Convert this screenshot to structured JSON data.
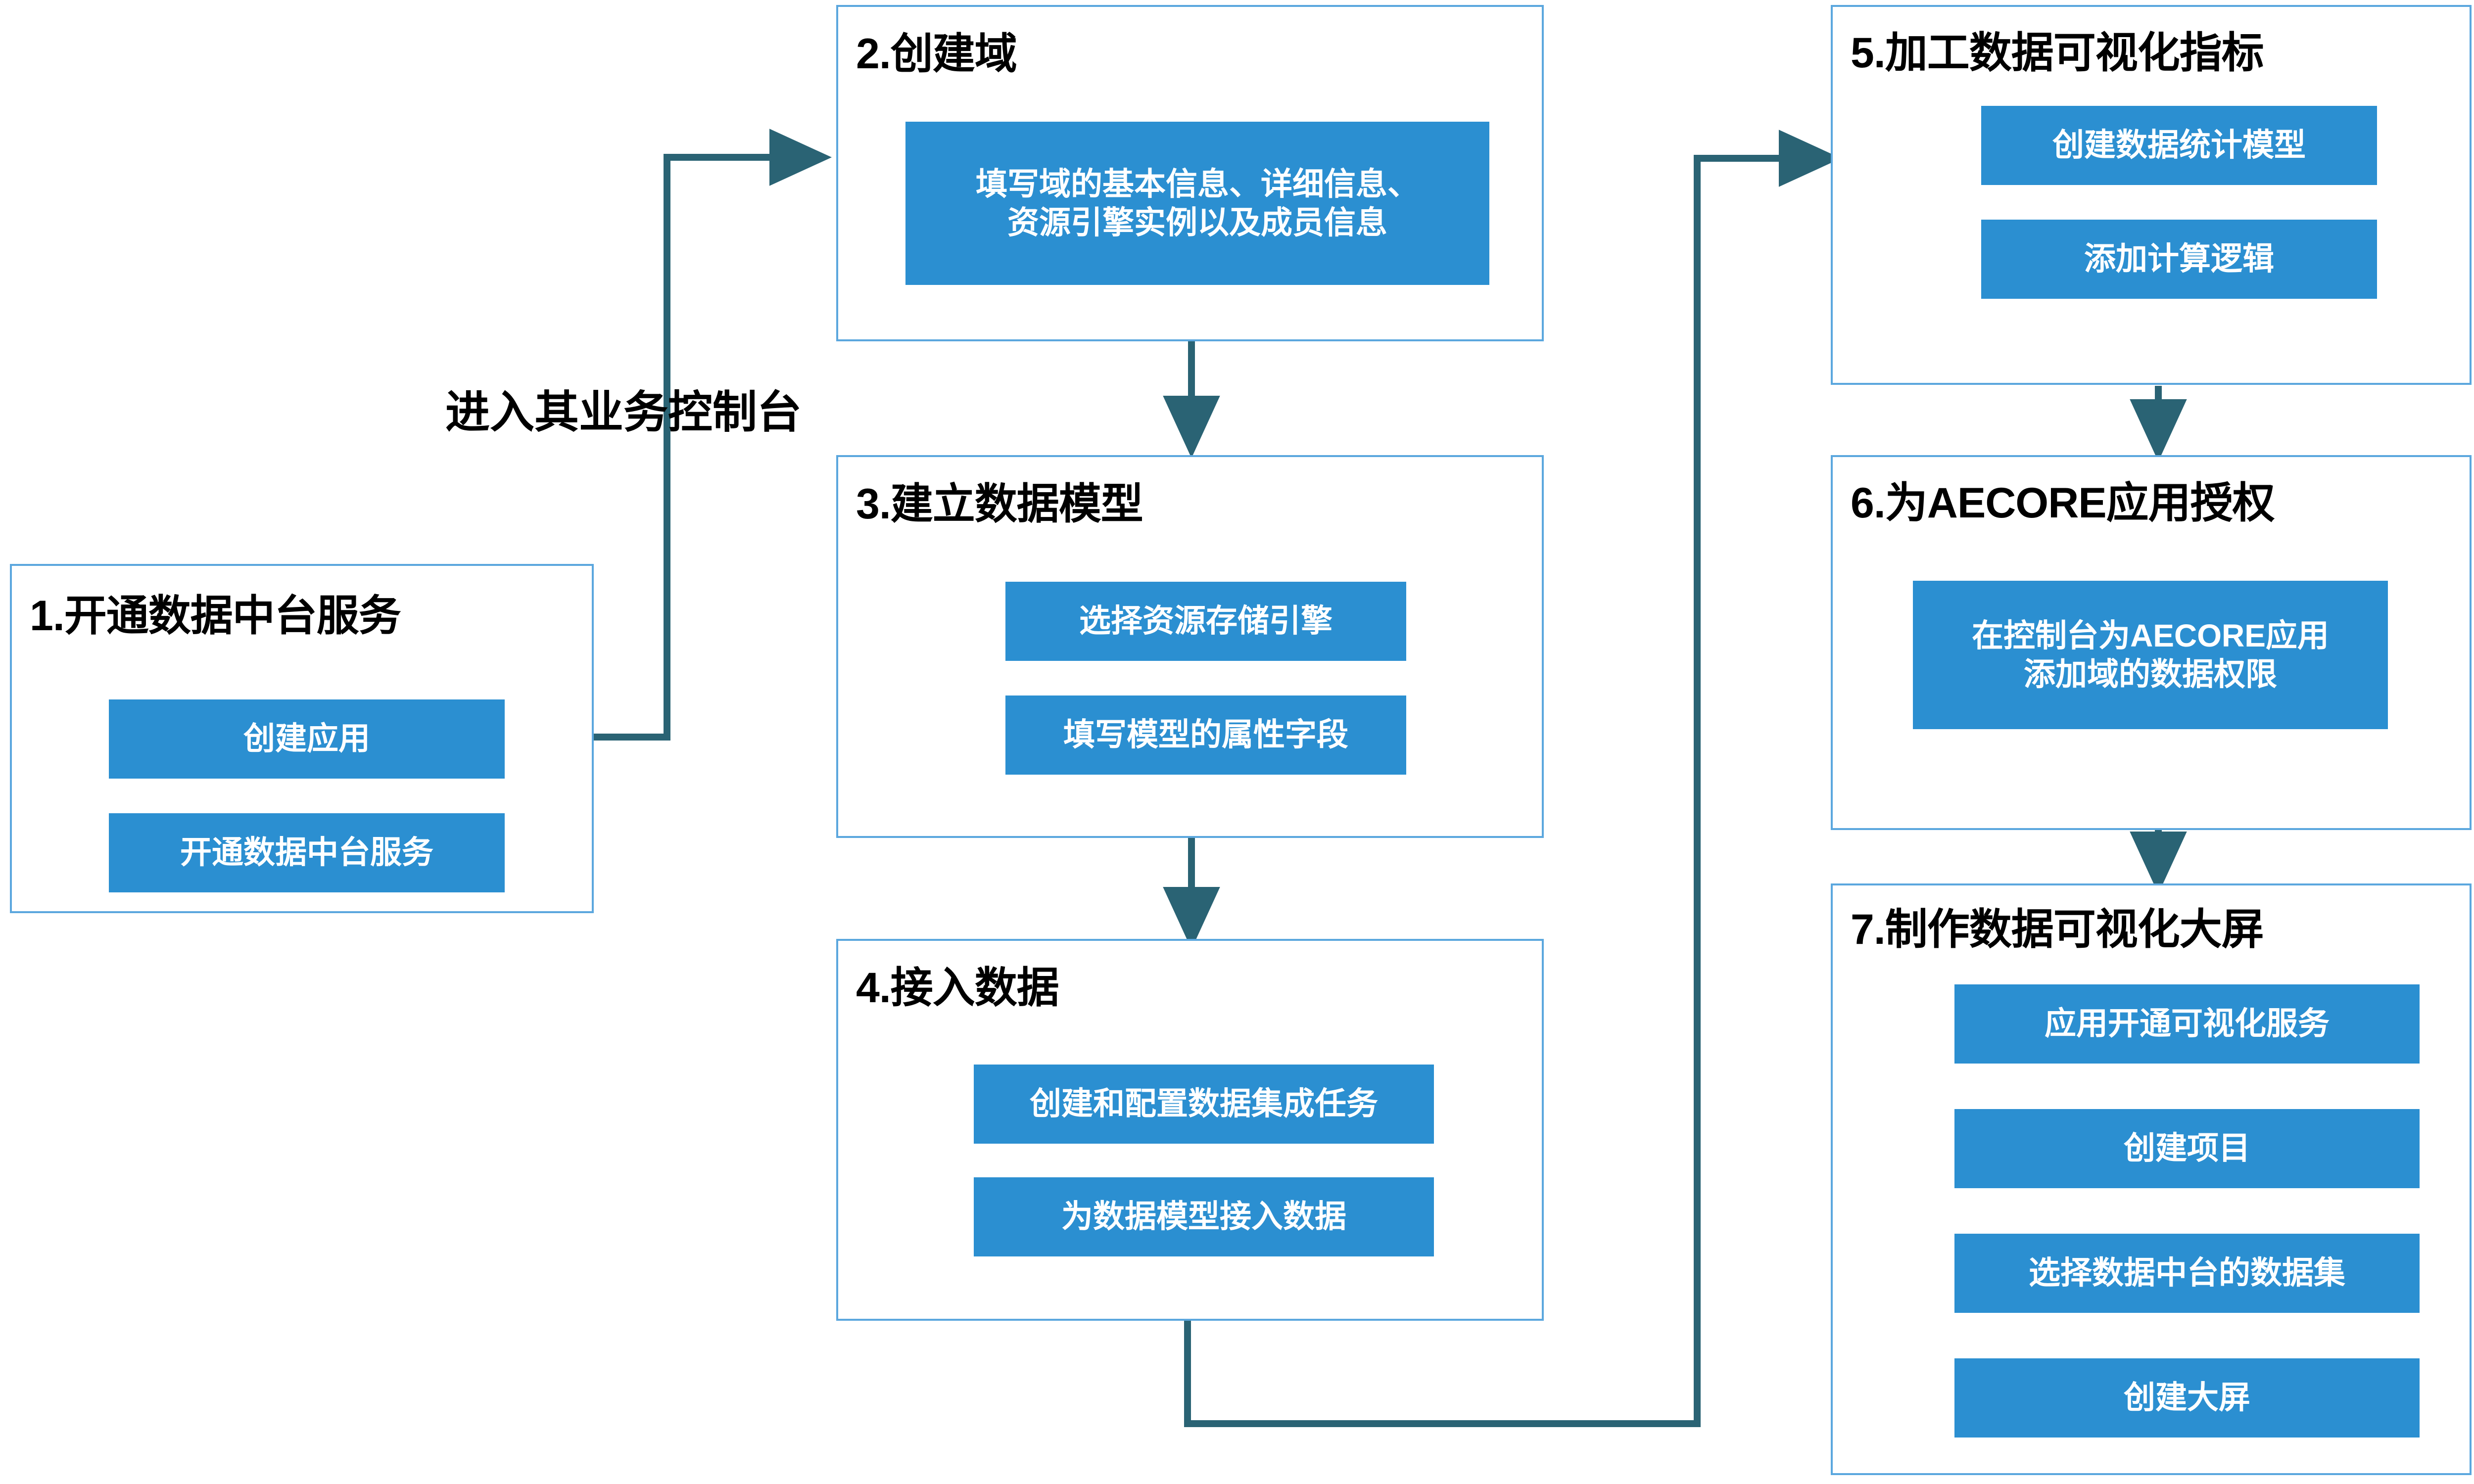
{
  "diagram": {
    "title_text_color": "#000000",
    "accent_blue": "#2B8FD1",
    "box_border_blue": "#5BA7DE",
    "connector_teal": "#2A6374",
    "inner_arrow_black": "#000000",
    "background": "#FFFFFF"
  },
  "flow_label": "进入其业务控制台",
  "groups": [
    {
      "id": "step-1",
      "title": "1.开通数据中台服务",
      "steps": [
        {
          "label": "创建应用"
        },
        {
          "label": "开通数据中台服务"
        }
      ]
    },
    {
      "id": "step-2",
      "title": "2.创建域",
      "steps": [
        {
          "line1": "填写域的基本信息、详细信息、",
          "line2": "资源引擎实例以及成员信息"
        }
      ]
    },
    {
      "id": "step-3",
      "title": "3.建立数据模型",
      "steps": [
        {
          "label": "选择资源存储引擎"
        },
        {
          "label": "填写模型的属性字段"
        }
      ]
    },
    {
      "id": "step-4",
      "title": "4.接入数据",
      "steps": [
        {
          "label": "创建和配置数据集成任务"
        },
        {
          "label": "为数据模型接入数据"
        }
      ]
    },
    {
      "id": "step-5",
      "title": "5.加工数据可视化指标",
      "steps": [
        {
          "label": "创建数据统计模型"
        },
        {
          "label": "添加计算逻辑"
        }
      ]
    },
    {
      "id": "step-6",
      "title": "6.为AECORE应用授权",
      "steps": [
        {
          "line1": "在控制台为AECORE应用",
          "line2": "添加域的数据权限"
        }
      ]
    },
    {
      "id": "step-7",
      "title": "7.制作数据可视化大屏",
      "steps": [
        {
          "label": "应用开通可视化服务"
        },
        {
          "label": "创建项目"
        },
        {
          "label": "选择数据中台的数据集"
        },
        {
          "label": "创建大屏"
        }
      ]
    }
  ]
}
